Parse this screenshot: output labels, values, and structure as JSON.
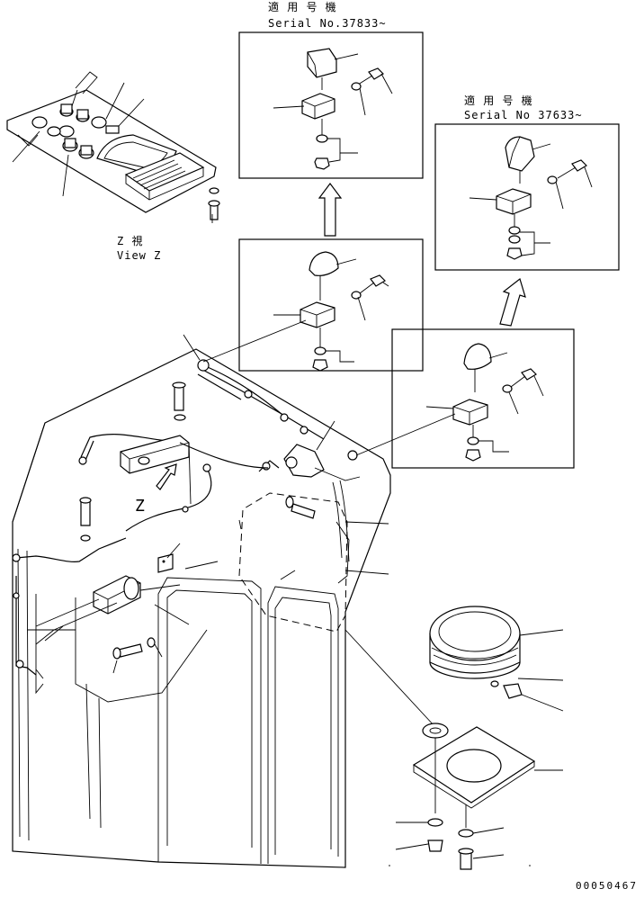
{
  "title_top_1": "適 用 号 機",
  "title_top_2": "Serial No.37833~",
  "title_right_1": "適 用 号 機",
  "title_right_2": "Serial No 37633~",
  "view_label_1": "Z  視",
  "view_label_2": "View Z",
  "cab_z_label": "Z",
  "part_number": "00050467"
}
